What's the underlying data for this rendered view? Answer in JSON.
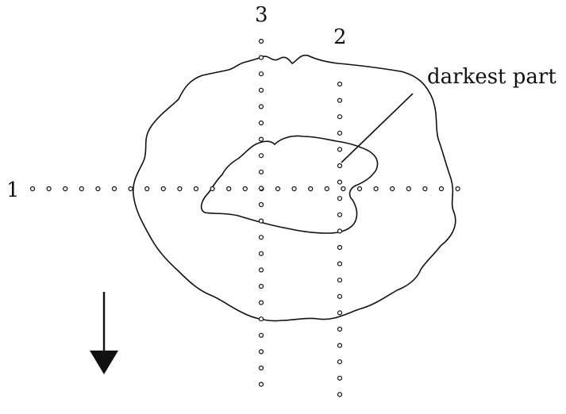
{
  "labels": {
    "line1": "1",
    "line2": "2",
    "line3": "3",
    "darkest": "darkest part"
  },
  "colors": {
    "ink": "#111111",
    "background": "#ffffff"
  },
  "arrow_direction": "down"
}
